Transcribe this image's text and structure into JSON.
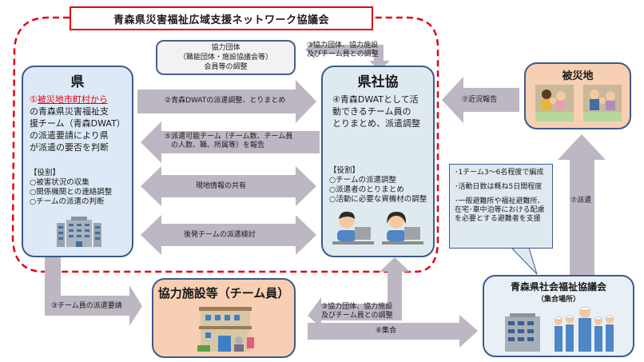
{
  "title": "青森県災害福祉広域支援ネットワーク協議会",
  "kyoryoku_dantai": {
    "line1": "協力団体",
    "line2": "（職能団体・施設協議会等）",
    "line3": "会員等の調整"
  },
  "ken": {
    "title": "県",
    "step1_prefix": "①",
    "step1_highlight": "被災地市町村から",
    "step1_rest_1": "の青森県災害福祉支",
    "step1_rest_2": "援チーム（青森DWAT）",
    "step1_rest_3": "の派遣要請により県",
    "step1_rest_4": "が派遣の要否を判断",
    "role_header": "【役割】",
    "roles": [
      "○被害状況の収集",
      "○関係機関との連絡調整",
      "○チームの派遣の判断"
    ]
  },
  "kenshakyo": {
    "title": "県社協",
    "step4_1": "④青森DWATとして活",
    "step4_2": "動できるチーム員の",
    "step4_3": "とりまとめ、派遣調整",
    "role_header": "【役割】",
    "roles": [
      "○チームの派遣調整",
      "○派遣者のとりまとめ",
      "○活動に必要な資機材の調整"
    ]
  },
  "hisaichi": {
    "title": "被災地"
  },
  "kyoryoku_shisetsu": {
    "title": "協力施設等（チーム員）"
  },
  "aomori_shakyo": {
    "title": "青森県社会福祉協議会",
    "subtitle": "（集合場所）"
  },
  "callout": {
    "items": [
      "･1チーム3～6名程度で編成",
      "･活動日数は概ね5日間程度",
      "･一般避難所や福祉避難所、在宅･車中泊等における配慮を必要とする避難者を支援"
    ]
  },
  "arrows": {
    "a2": "②青森DWATの派遣調整、とりまとめ",
    "a5_1": "⑤派遣可能チーム（チーム数、チーム員",
    "a5_2": "の人数、職、所属等）を報告",
    "share": "現地情報の共有",
    "followup": "後発チームの派遣検討",
    "a3_top_1": "③協力団体、協力施設",
    "a3_top_2": "及びチーム員との調整",
    "a7_report": "⑦近況報告",
    "a7_dispatch": "⑦派遣",
    "a3_request": "③チーム員の派遣要請",
    "a3_bottom_1": "③協力団体、協力施設",
    "a3_bottom_2": "及びチーム員との調整",
    "a6": "⑥集合"
  },
  "colors": {
    "accent_red": "#e60012",
    "arrow_gray": "#bdb6c3",
    "box_border": "#3d5a8a",
    "ken_fill": "#dde9f6",
    "kenshakyo_fill": "#dfeaf0",
    "peach_fill": "#f7cfb3"
  }
}
